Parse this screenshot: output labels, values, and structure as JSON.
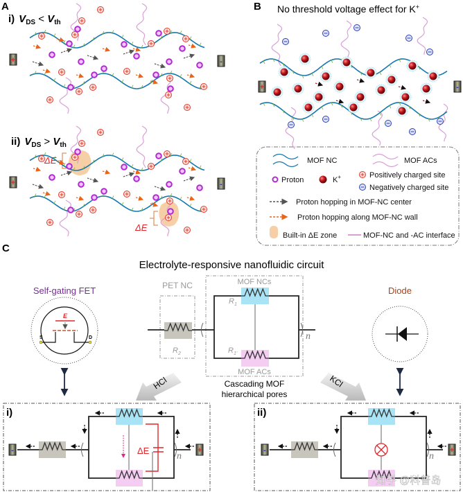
{
  "colors": {
    "nc_wall": "#1477b0",
    "ac_strand": "#d9a0d8",
    "proton": "#b02ad0",
    "k_ion": "#c0141a",
    "positive_site": "#e0392b",
    "negative_site": "#2a3fb5",
    "dE_zone": "#f6cfa6",
    "mof_nc_box": "#a9e3f6",
    "mof_ac_box": "#f5cdf3",
    "pet_box": "#c8c6bc",
    "fet_title": "#7b2a9e",
    "diode_title": "#a5421b",
    "capacitor": "#e0262a"
  },
  "electrodes": {
    "plus": "+",
    "minus": "-"
  },
  "panelA": {
    "label": "A",
    "i": {
      "prefix": "i)",
      "lhs": "V",
      "lhs_sub": "DS",
      "op": " < ",
      "rhs": "V",
      "rhs_sub": "th"
    },
    "ii": {
      "prefix": "ii)",
      "lhs": "V",
      "lhs_sub": "DS",
      "op": " > ",
      "rhs": "V",
      "rhs_sub": "th"
    },
    "delta_e": "ΔE"
  },
  "panelB": {
    "label": "B",
    "title": "No threshold voltage effect for K",
    "title_sup": "+"
  },
  "legend": {
    "mof_nc": "MOF NC",
    "mof_acs": "MOF ACs",
    "proton": "Proton",
    "k_ion": "K",
    "k_ion_sup": "+",
    "positive_site": "Positively charged site",
    "negative_site": "Negatively charged site",
    "hop_center": "Proton hopping in MOF-NC center",
    "hop_wall": "Proton hopping along MOF-NC wall",
    "de_zone": "Built-in ΔE zone",
    "interface": "MOF-NC and -AC interface"
  },
  "panelC": {
    "label": "C",
    "title": "Electrolyte-responsive nanofluidic circuit",
    "fet_title": "Self-gating FET",
    "fet_e": "E",
    "fet_s": "S",
    "fet_d": "D",
    "diode_title": "Diode",
    "pet_nc": "PET NC",
    "mof_ncs": "MOF NCs",
    "mof_acs": "MOF ACs",
    "r1": "R",
    "r1_sub": "1",
    "r2": "R",
    "r2_sub": "2",
    "r1p": "R",
    "r1p_sub": "1'",
    "n": "n",
    "hcl": "HCl",
    "kcl": "KCl",
    "cascade_line1": "Cascading MOF",
    "cascade_line2": "hierarchical pores",
    "sub_i": "i)",
    "sub_ii": "ii)",
    "delta_e": "ΔE"
  },
  "watermark": "知乎 @科普岛"
}
